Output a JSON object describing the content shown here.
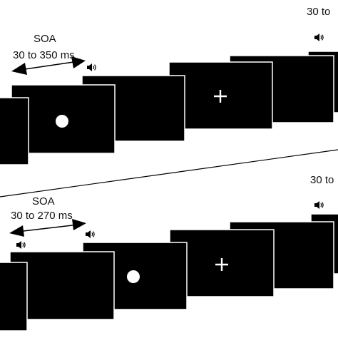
{
  "top_panel": {
    "soa_label": "SOA",
    "soa_range": "30 to 350 ms",
    "corner_range": "30 to"
  },
  "bottom_panel": {
    "soa_label": "SOA",
    "soa_range": "30 to 270 ms",
    "corner_range": "30 to"
  },
  "icons": {
    "screen_color": "#000000",
    "marker_color": "#ffffff",
    "sound": "speaker-icon",
    "fixation": "fixation-cross-icon",
    "visual_target": "white-disc-icon"
  }
}
